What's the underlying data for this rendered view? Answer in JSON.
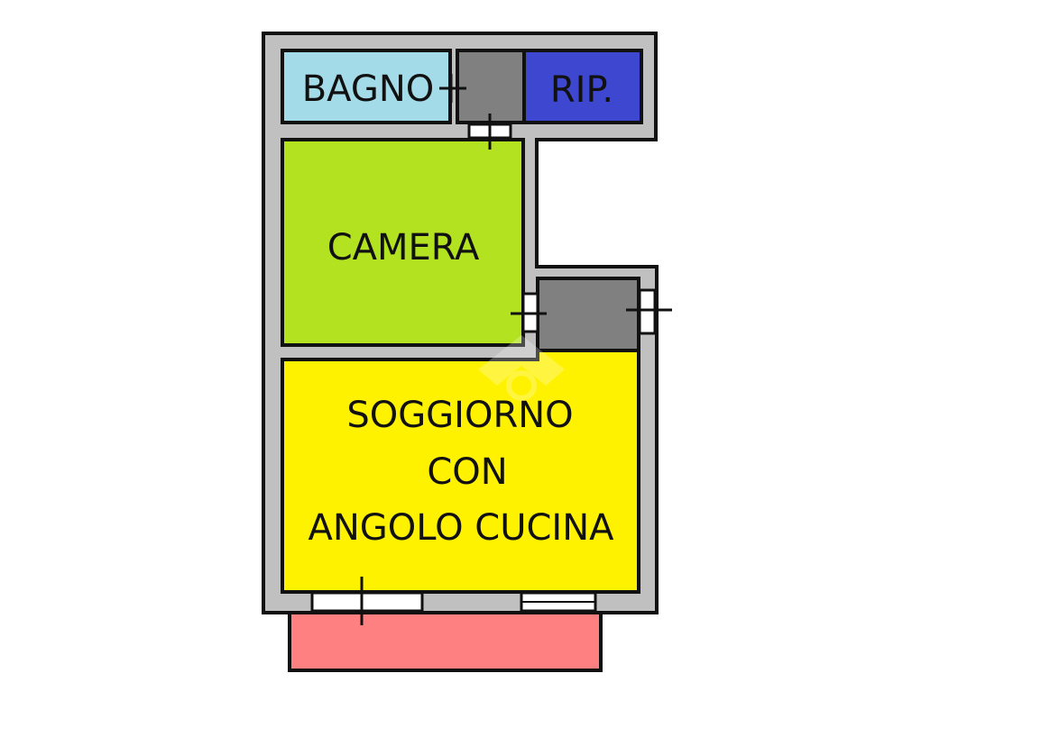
{
  "rooms": {
    "bagno": {
      "label": "BAGNO",
      "color": "#a3dbe8"
    },
    "rip": {
      "label": "RIP.",
      "color": "#3d47d0"
    },
    "camera": {
      "label": "CAMERA",
      "color": "#b3e320"
    },
    "soggiorno": {
      "lines": [
        "SOGGIORNO",
        "CON",
        "ANGOLO CUCINA"
      ],
      "color": "#fff200"
    },
    "disimpegno": {
      "color": "#808080"
    },
    "disimpegno_2": {
      "color": "#808080"
    },
    "balcone": {
      "color": "#ff8080"
    }
  },
  "colors": {
    "wall": "#c0c0c0",
    "outline": "#111111",
    "opening": "#ffffff"
  }
}
